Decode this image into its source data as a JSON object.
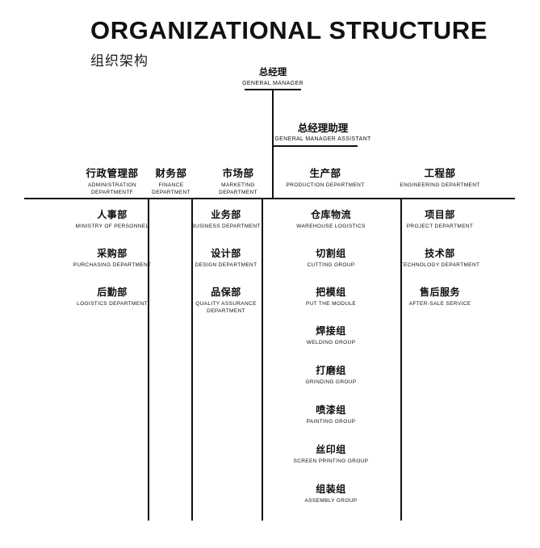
{
  "title": {
    "main": "ORGANIZATIONAL STRUCTURE",
    "sub": "组织架构"
  },
  "chart_data": {
    "type": "diagram",
    "diagram_type": "organizational-chart",
    "orientation": "top-down",
    "root": {
      "cn": "总经理",
      "en": "GENERAL MANAGER"
    },
    "assistant": {
      "cn": "总经理助理",
      "en": "GENERAL MANAGER ASSISTANT"
    },
    "departments": [
      {
        "cn": "行政管理部",
        "en": "ADMINISTRATION DEPARTMENTF",
        "children": [
          {
            "cn": "人事部",
            "en": "MINISTRY OF PERSONNEL"
          },
          {
            "cn": "采购部",
            "en": "PURCHASING DEPARTMENT"
          },
          {
            "cn": "后勤部",
            "en": "LOGISTICS DEPARTMENT"
          }
        ]
      },
      {
        "cn": "财务部",
        "en": "FINANCE DEPARTMENT",
        "children": []
      },
      {
        "cn": "市场部",
        "en": "MARKETING DEPARTMENT",
        "children": [
          {
            "cn": "业务部",
            "en": "BUSINESS DEPARTMENT"
          },
          {
            "cn": "设计部",
            "en": "DESIGN DEPARTMENT"
          },
          {
            "cn": "品保部",
            "en": "QUALITY ASSURANCE DEPARTMENT"
          }
        ]
      },
      {
        "cn": "生产部",
        "en": "PRODUCTION DEPARTMENT",
        "children": [
          {
            "cn": "仓库物流",
            "en": "WAREHOUSE LOGISTICS"
          },
          {
            "cn": "切割组",
            "en": "CUTTING GROUP"
          },
          {
            "cn": "把模组",
            "en": "PUT THE MODULE"
          },
          {
            "cn": "焊接组",
            "en": "WELDING GROUP"
          },
          {
            "cn": "打磨组",
            "en": "GRINDING GROUP"
          },
          {
            "cn": "喷漆组",
            "en": "PAINTING GROUP"
          },
          {
            "cn": "丝印组",
            "en": "SCREEN PRINTING GROUP"
          },
          {
            "cn": "组装组",
            "en": "ASSEMBLY GROUP"
          }
        ]
      },
      {
        "cn": "工程部",
        "en": "ENGINEERING DEPARTMENT",
        "children": [
          {
            "cn": "项目部",
            "en": "PROJECT DEPARTMENT"
          },
          {
            "cn": "技术部",
            "en": "TECHNOLOGY DEPARTMENT"
          },
          {
            "cn": "售后服务",
            "en": "AFTER-SALE SERVICE"
          }
        ]
      }
    ],
    "colors": {
      "background": "#ffffff",
      "line": "#111111",
      "text": "#111111"
    }
  }
}
